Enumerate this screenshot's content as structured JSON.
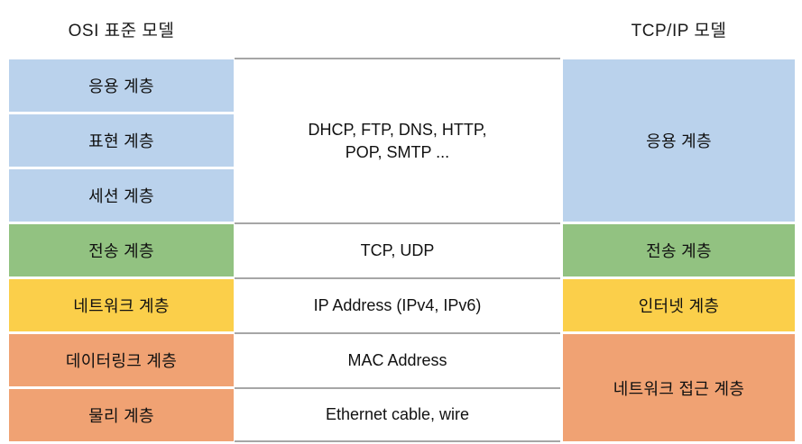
{
  "diagram": {
    "title_left": "OSI 표준 모델",
    "title_right": "TCP/IP 모델",
    "colors": {
      "application_blue": "#bad2ec",
      "transport_green": "#92c281",
      "network_yellow": "#fbcf4a",
      "link_orange": "#f0a273",
      "cell_background": "#ffffff",
      "cell_border": "#a6a6a6",
      "page_background": "#ffffff",
      "text": "#111111"
    },
    "osi_layers": [
      {
        "label": "응용 계층",
        "color": "#bad2ec",
        "span": 1
      },
      {
        "label": "표현 계층",
        "color": "#bad2ec",
        "span": 1
      },
      {
        "label": "세션 계층",
        "color": "#bad2ec",
        "span": 1
      },
      {
        "label": "전송 계층",
        "color": "#92c281",
        "span": 1
      },
      {
        "label": "네트워크 계층",
        "color": "#fbcf4a",
        "span": 1
      },
      {
        "label": "데이터링크 계층",
        "color": "#f0a273",
        "span": 1
      },
      {
        "label": "물리 계층",
        "color": "#f0a273",
        "span": 1
      }
    ],
    "protocols": [
      {
        "label": "DHCP, FTP, DNS, HTTP,\nPOP, SMTP ...",
        "span": 3
      },
      {
        "label": "TCP, UDP",
        "span": 1
      },
      {
        "label": "IP Address (IPv4, IPv6)",
        "span": 1
      },
      {
        "label": "MAC Address",
        "span": 1
      },
      {
        "label": "Ethernet cable, wire",
        "span": 1
      }
    ],
    "tcpip_layers": [
      {
        "label": "응용 계층",
        "color": "#bad2ec",
        "span": 3
      },
      {
        "label": "전송 계층",
        "color": "#92c281",
        "span": 1
      },
      {
        "label": "인터넷 계층",
        "color": "#fbcf4a",
        "span": 1
      },
      {
        "label": "네트워크 접근 계층",
        "color": "#f0a273",
        "span": 2
      }
    ]
  }
}
